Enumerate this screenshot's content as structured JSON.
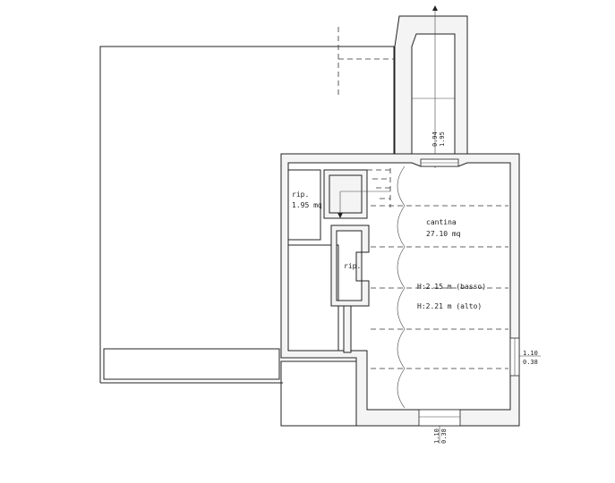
{
  "rooms": [
    {
      "id": "rip-upper",
      "name": "rip.",
      "area": "1.95 mq"
    },
    {
      "id": "rip-center",
      "name": "rip."
    },
    {
      "id": "cantina",
      "name": "cantina",
      "area": "27.10 mq",
      "height_low": "H:2.15  m  (basso)",
      "height_high": "H:2.21  m  (alto)"
    }
  ],
  "dimensions": {
    "top_window": [
      "0.94",
      "1.95"
    ],
    "right_window": [
      "1.10",
      "0.38"
    ],
    "bottom_window": [
      "1.10",
      "0.38"
    ]
  },
  "colors": {
    "line": "#222222",
    "wall": "#f4f4f4",
    "background": "#ffffff"
  }
}
